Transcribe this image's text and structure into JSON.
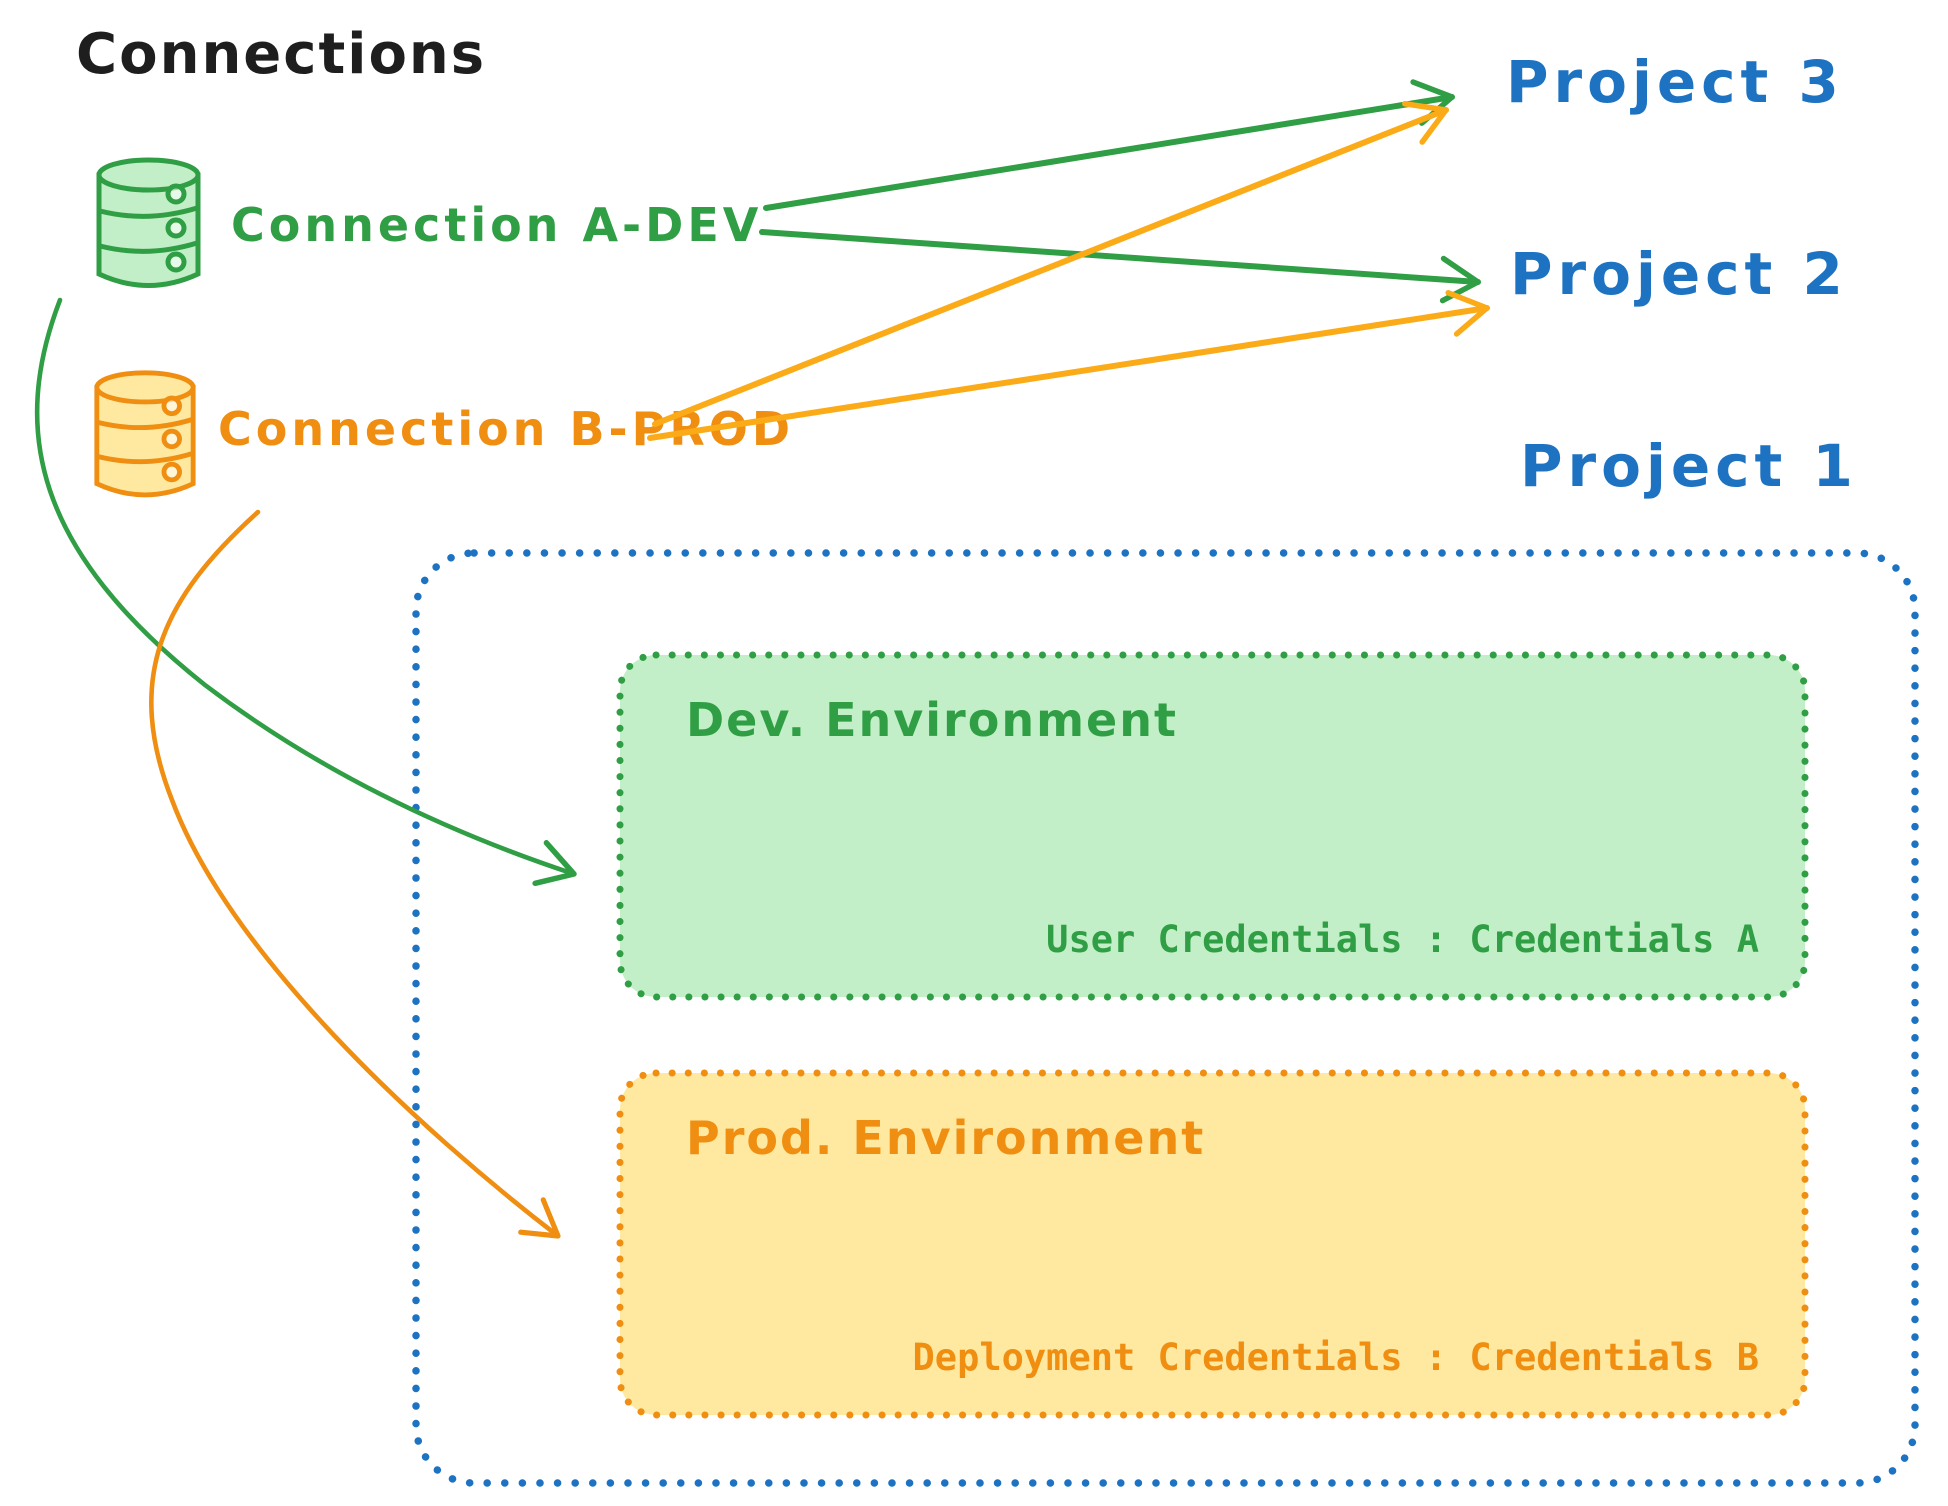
{
  "title": "Connections",
  "connections": [
    {
      "label": "Connection A-DEV",
      "icon": "database-icon"
    },
    {
      "label": "Connection B-PROD",
      "icon": "database-icon"
    }
  ],
  "projects": [
    {
      "label": "Project 3"
    },
    {
      "label": "Project 2"
    },
    {
      "label": "Project 1"
    }
  ],
  "project1_box": {
    "environments": [
      {
        "title": "Dev. Environment",
        "credentials": "User Credentials : Credentials A"
      },
      {
        "title": "Prod. Environment",
        "credentials": "Deployment Credentials : Credentials B"
      }
    ]
  },
  "colors": {
    "ink": "#1e1e1e",
    "blue": "#1d73c2",
    "green": "#2f9e44",
    "green_fill": "#c2efc7",
    "orange": "#ef8e11",
    "orange_arrow": "#fbab17",
    "yellow_fill": "#ffe9a0"
  }
}
